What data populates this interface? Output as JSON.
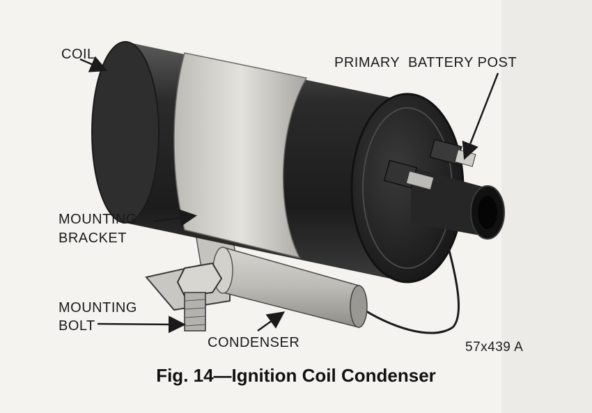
{
  "labels": {
    "coil": "COIL",
    "primary_battery_post": "PRIMARY  BATTERY POST",
    "mounting_bracket_line1": "MOUNTING",
    "mounting_bracket_line2": "BRACKET",
    "mounting_bolt_line1": "MOUNTING",
    "mounting_bolt_line2": "BOLT",
    "condenser": "CONDENSER",
    "figure_code": "57x439 A"
  },
  "caption": "Fig. 14—Ignition Coil Condenser",
  "colors": {
    "paper": "#f4f3f0",
    "coil_body": "#2a2a2a",
    "bracket": "#d6d4cf",
    "text": "#1a1a1a"
  }
}
